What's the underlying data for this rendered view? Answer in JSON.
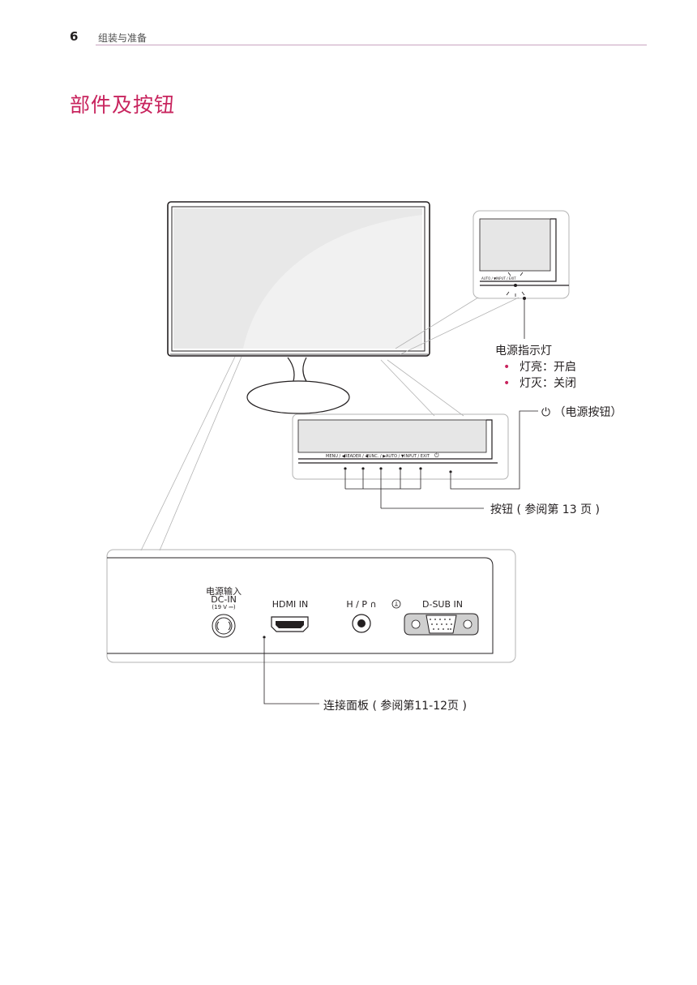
{
  "header": {
    "page_number": "6",
    "chapter": "组装与准备"
  },
  "section_title": "部件及按钮",
  "callouts": {
    "power_indicator": {
      "title": "电源指示灯",
      "items": [
        "灯亮：开启",
        "灯灭：关闭"
      ]
    },
    "power_button": "（电源按钮）",
    "buttons": "按钮 ( 参阅第 13 页 )",
    "connection_panel": "连接面板 ( 参阅第11-12页 )"
  },
  "monitor_buttons": [
    "MENU / ◀",
    "READER / ◀",
    "FUNC. / ▶",
    "AUTO / ▼",
    "INPUT / EXIT"
  ],
  "indicator_detail_buttons": [
    "AUTO / ▼",
    "INPUT / EXIT"
  ],
  "ports": {
    "dc_in_cn": "电源输入",
    "dc_in": "DC-IN",
    "dc_in_rating": "(19 V ⎓)",
    "hdmi": "HDMI IN",
    "hp": "H / P",
    "dsub": "D-SUB IN"
  },
  "icons": {
    "power": "power-icon",
    "headphone": "headphone-icon",
    "bullet": "bullet-dot-icon"
  },
  "colors": {
    "accent": "#c8245e",
    "line": "#231f20",
    "screen": "#e6e6e6"
  }
}
